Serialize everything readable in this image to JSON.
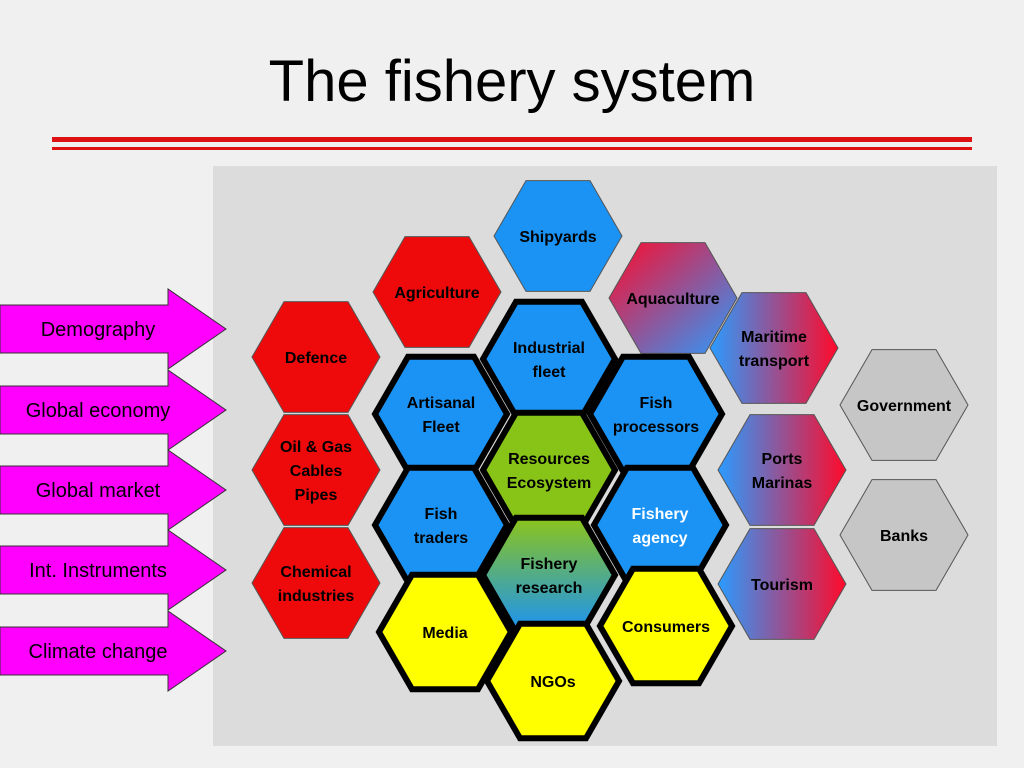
{
  "title": "The fishery system",
  "drivers": [
    {
      "label": "Demography"
    },
    {
      "label": "Global economy"
    },
    {
      "label": "Global market"
    },
    {
      "label": "Int. Instruments"
    },
    {
      "label": "Climate change"
    }
  ],
  "hexagons": [
    {
      "id": "shipyards",
      "lines": [
        "Shipyards"
      ],
      "fill": "blue"
    },
    {
      "id": "agriculture",
      "lines": [
        "Agriculture"
      ],
      "fill": "red"
    },
    {
      "id": "aquaculture",
      "lines": [
        "Aquaculture"
      ],
      "fill": "grad-red-blue"
    },
    {
      "id": "defence",
      "lines": [
        "Defence"
      ],
      "fill": "red"
    },
    {
      "id": "maritime-transport",
      "lines": [
        "Maritime",
        "transport"
      ],
      "fill": "grad-blue-red"
    },
    {
      "id": "industrial-fleet",
      "lines": [
        "Industrial",
        "fleet"
      ],
      "fill": "blue",
      "core": true
    },
    {
      "id": "artisanal-fleet",
      "lines": [
        "Artisanal",
        "Fleet"
      ],
      "fill": "blue",
      "core": true
    },
    {
      "id": "fish-processors",
      "lines": [
        "Fish",
        "processors"
      ],
      "fill": "blue",
      "core": true
    },
    {
      "id": "resources-ecosystem",
      "lines": [
        "Resources",
        "Ecosystem"
      ],
      "fill": "green",
      "core": true
    },
    {
      "id": "government",
      "lines": [
        "Government"
      ],
      "fill": "gray"
    },
    {
      "id": "oil-gas",
      "lines": [
        "Oil & Gas",
        "Cables",
        "Pipes"
      ],
      "fill": "red"
    },
    {
      "id": "ports-marinas",
      "lines": [
        "Ports",
        "Marinas"
      ],
      "fill": "grad-blue-red"
    },
    {
      "id": "fish-traders",
      "lines": [
        "Fish",
        "traders"
      ],
      "fill": "blue",
      "core": true
    },
    {
      "id": "fishery-agency",
      "lines": [
        "Fishery",
        "agency"
      ],
      "fill": "blue",
      "core": true,
      "textColor": "#ffffff"
    },
    {
      "id": "banks",
      "lines": [
        "Banks"
      ],
      "fill": "gray"
    },
    {
      "id": "chemical-industries",
      "lines": [
        "Chemical",
        "industries"
      ],
      "fill": "red"
    },
    {
      "id": "fishery-research",
      "lines": [
        "Fishery",
        "research"
      ],
      "fill": "grad-green-blue",
      "core": true
    },
    {
      "id": "tourism",
      "lines": [
        "Tourism"
      ],
      "fill": "grad-blue-red"
    },
    {
      "id": "media",
      "lines": [
        "Media"
      ],
      "fill": "yellow",
      "core": true
    },
    {
      "id": "consumers",
      "lines": [
        "Consumers"
      ],
      "fill": "yellow",
      "core": true
    },
    {
      "id": "ngos",
      "lines": [
        "NGOs"
      ],
      "fill": "yellow",
      "core": true
    }
  ],
  "colors": {
    "blue": "#1a93f5",
    "red": "#ee0a0a",
    "green": "#88c417",
    "yellow": "#ffff00",
    "gray": "#c6c6c6",
    "magenta": "#ff00ff",
    "accent_rule": "#dd1111"
  }
}
